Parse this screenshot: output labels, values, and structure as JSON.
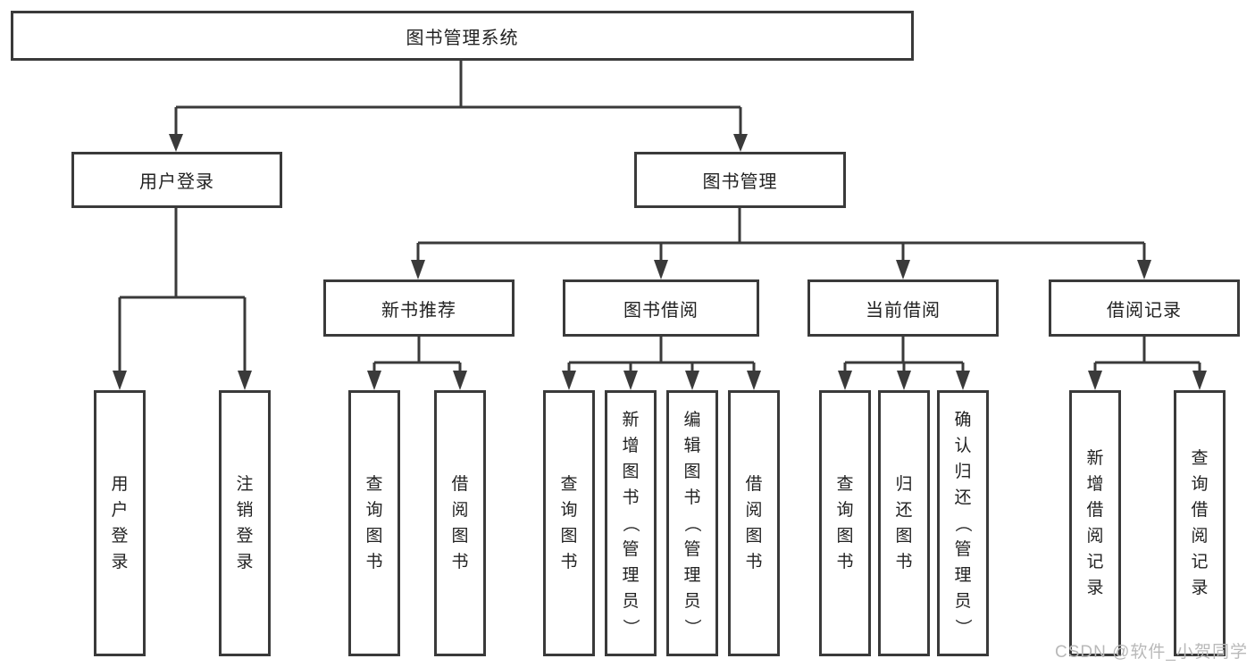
{
  "diagram": {
    "root": {
      "label": "图书管理系统"
    },
    "branches": [
      {
        "label": "用户登录",
        "children": [
          {
            "label": "用户登录"
          },
          {
            "label": "注销登录"
          }
        ]
      },
      {
        "label": "图书管理",
        "children": [
          {
            "label": "新书推荐",
            "children": [
              {
                "label": "查询图书"
              },
              {
                "label": "借阅图书"
              }
            ]
          },
          {
            "label": "图书借阅",
            "children": [
              {
                "label": "查询图书"
              },
              {
                "label": "新增图书（管理员）"
              },
              {
                "label": "编辑图书（管理员）"
              },
              {
                "label": "借阅图书"
              }
            ]
          },
          {
            "label": "当前借阅",
            "children": [
              {
                "label": "查询图书"
              },
              {
                "label": "归还图书"
              },
              {
                "label": "确认归还（管理员）"
              }
            ]
          },
          {
            "label": "借阅记录",
            "children": [
              {
                "label": "新增借阅记录"
              },
              {
                "label": "查询借阅记录"
              }
            ]
          }
        ]
      }
    ]
  },
  "watermark": {
    "text": "CSDN @软件_小贺同学"
  },
  "colors": {
    "line": "#3a3a3a",
    "box_border": "#3a3a3a",
    "text": "#222222",
    "watermark": "#b9b9b9",
    "background": "#ffffff"
  }
}
